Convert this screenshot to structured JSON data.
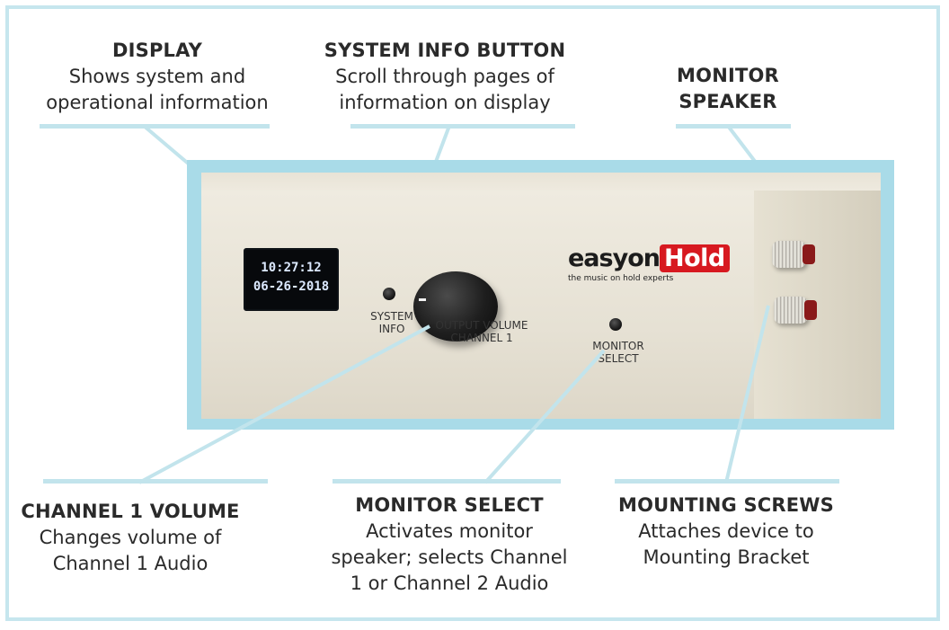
{
  "colors": {
    "accent": "#c2e4ec",
    "photo_frame": "#a9dbe8",
    "logo_red": "#d71920"
  },
  "callouts": {
    "display": {
      "title": "DISPLAY",
      "desc": "Shows system and\noperational information"
    },
    "system_info": {
      "title": "SYSTEM INFO BUTTON",
      "desc": "Scroll through pages of\ninformation on display"
    },
    "monitor_speaker": {
      "title": "MONITOR\nSPEAKER",
      "desc": ""
    },
    "channel1_volume": {
      "title": "CHANNEL 1 VOLUME",
      "desc": "Changes volume of\nChannel 1 Audio"
    },
    "monitor_select": {
      "title": "MONITOR SELECT",
      "desc": "Activates monitor\nspeaker; selects Channel\n1 or Channel 2 Audio"
    },
    "mounting_screws": {
      "title": "MOUNTING SCREWS",
      "desc": "Attaches device to\nMounting Bracket"
    }
  },
  "device": {
    "display_time": "10:27:12",
    "display_date": "06-26-2018",
    "system_info_label": "SYSTEM\nINFO",
    "output_volume_label": "OUTPUT VOLUME\nCHANNEL 1",
    "monitor_select_label": "MONITOR\nSELECT",
    "logo_easy": "easyon",
    "logo_hold": "Hold",
    "logo_tagline": "the music on hold experts"
  }
}
